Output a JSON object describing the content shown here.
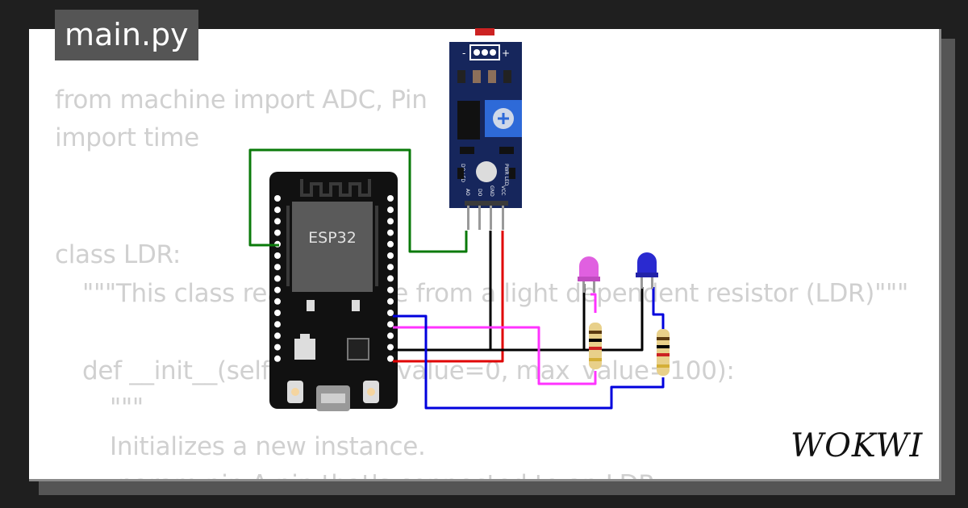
{
  "filename": "main.py",
  "code_lines": [
    "from machine import ADC, Pin",
    "import time",
    "class LDR:",
    "\"\"\"This class reads a value from a light dependent resistor (LDR)\"\"\"",
    "def __init__(self, pin, min_value=0, max_value=100):",
    "\"\"\"",
    "Initializes a new instance.",
    ":param pin A pin that's connected to an LDR."
  ],
  "board": {
    "label": "ESP32"
  },
  "sensor": {
    "minus": "-",
    "plus": "+",
    "led_left": "DO LED",
    "led_right": "PWR LED",
    "pins": [
      "AO",
      "DO",
      "GND",
      "VCC"
    ]
  },
  "logo": "WOKWI",
  "colors": {
    "wire_green": "#0a7a0a",
    "wire_black": "#000000",
    "wire_red": "#e00000",
    "wire_magenta": "#ff33ff",
    "wire_blue": "#0000dd",
    "led_pink": "#e060e0",
    "led_blue": "#2a2ad0",
    "board": "#111111",
    "sensor_pcb": "#16265c"
  }
}
